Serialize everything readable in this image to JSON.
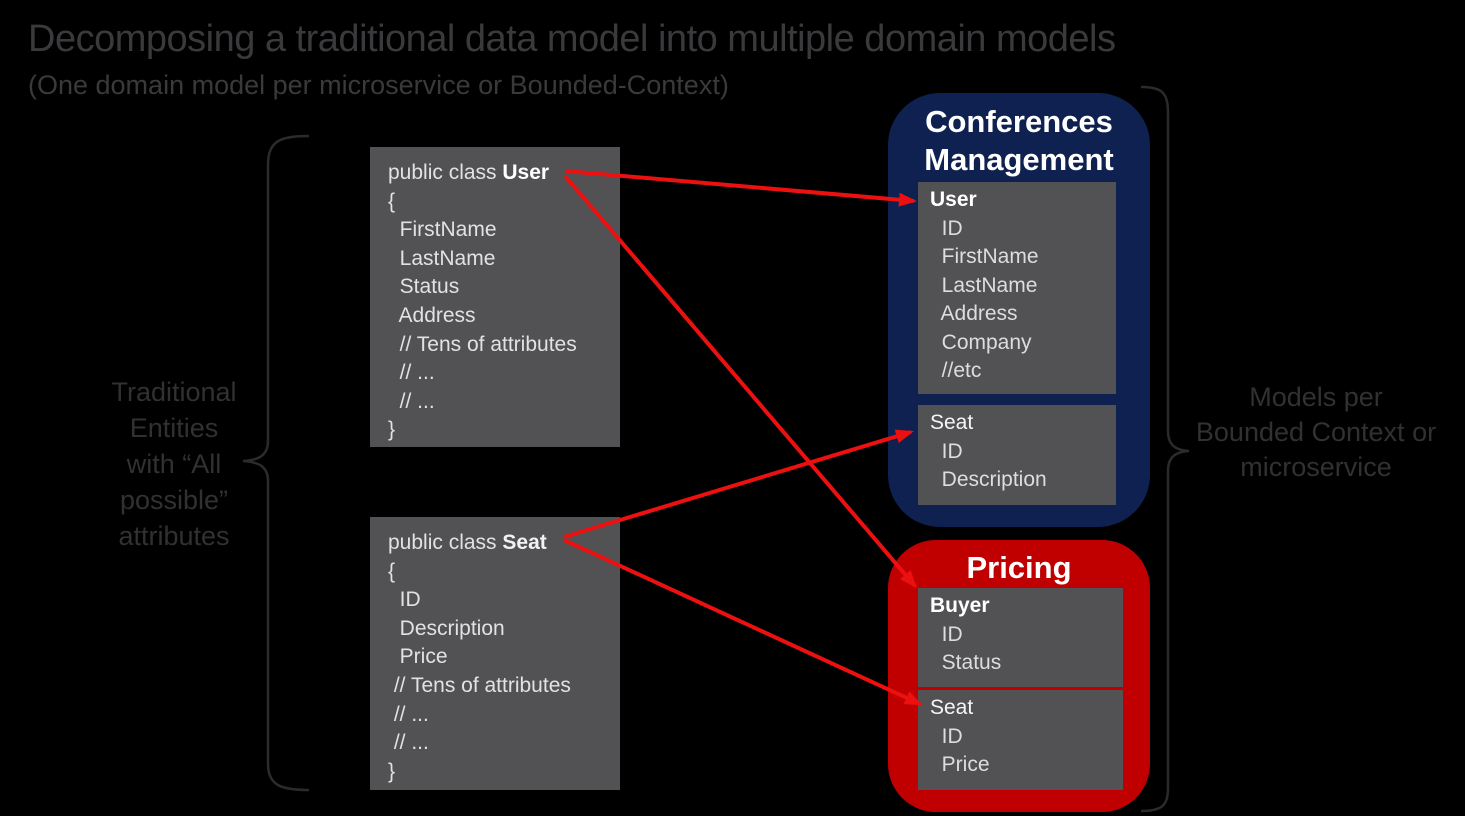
{
  "title": "Decomposing a traditional data model into multiple domain models",
  "subtitle": "(One domain model per microservice or Bounded-Context)",
  "left_label": "Traditional\nEntities\nwith “All\npossible”\nattributes",
  "right_label": "Models per\nBounded Context or\nmicroservice",
  "class_boxes": [
    {
      "keyword": "public class ",
      "name": "User",
      "body": "{\n  FirstName\n  LastName\n  Status\n  Address\n  // Tens of attributes\n  // ...\n  // ...\n}"
    },
    {
      "keyword": "public class ",
      "name": "Seat",
      "body": "{\n  ID\n  Description\n  Price\n // Tens of attributes\n // ...\n // ...\n}"
    }
  ],
  "contexts": [
    {
      "title": "Conferences\nManagement",
      "entities": [
        {
          "name": "User",
          "attrs": "  ID\n  FirstName\n  LastName\n  Address\n  Company\n  //etc"
        },
        {
          "name": "Seat",
          "attrs": "  ID\n  Description"
        }
      ]
    },
    {
      "title": "Pricing",
      "entities": [
        {
          "name": "Buyer",
          "attrs": "  ID\n  Status"
        },
        {
          "name": "Seat",
          "attrs": "  ID\n  Price"
        }
      ]
    }
  ],
  "colors": {
    "background": "#000000",
    "title_text": "#3a3a3c",
    "side_label_text": "#313134",
    "gray_box_background": "#525255",
    "box_text": "#e2e2e2",
    "conferences_blue": "#0e2150",
    "pricing_red": "#c00000",
    "arrow_red": "#ec1010",
    "brace_stroke": "#2b2b2d"
  }
}
